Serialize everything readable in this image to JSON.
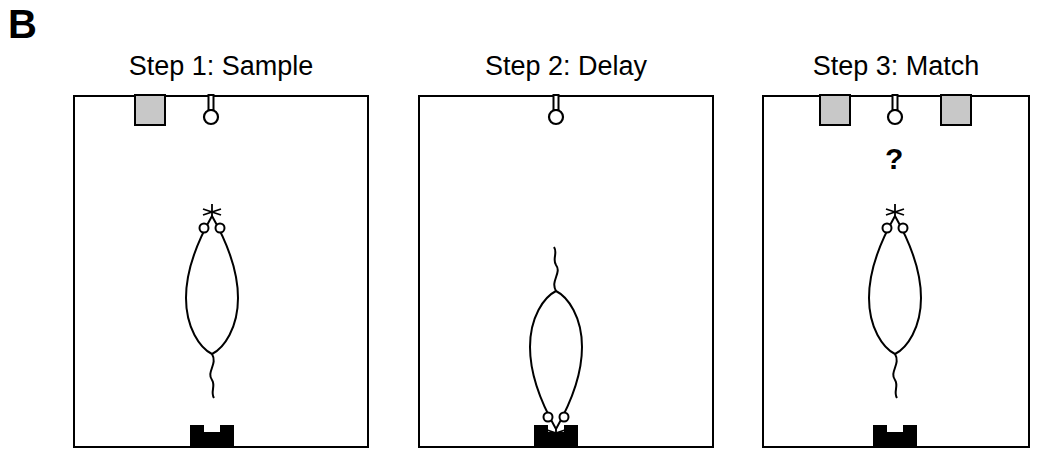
{
  "diagram": {
    "nodes": [
      {
        "text": [
          "Step 1: Sample"
        ]
      },
      {
        "text": [
          "Step 2: Delay"
        ]
      },
      {
        "text": [
          "Step 3: Match"
        ]
      }
    ],
    "labels": [
      "B",
      "?"
    ]
  }
}
